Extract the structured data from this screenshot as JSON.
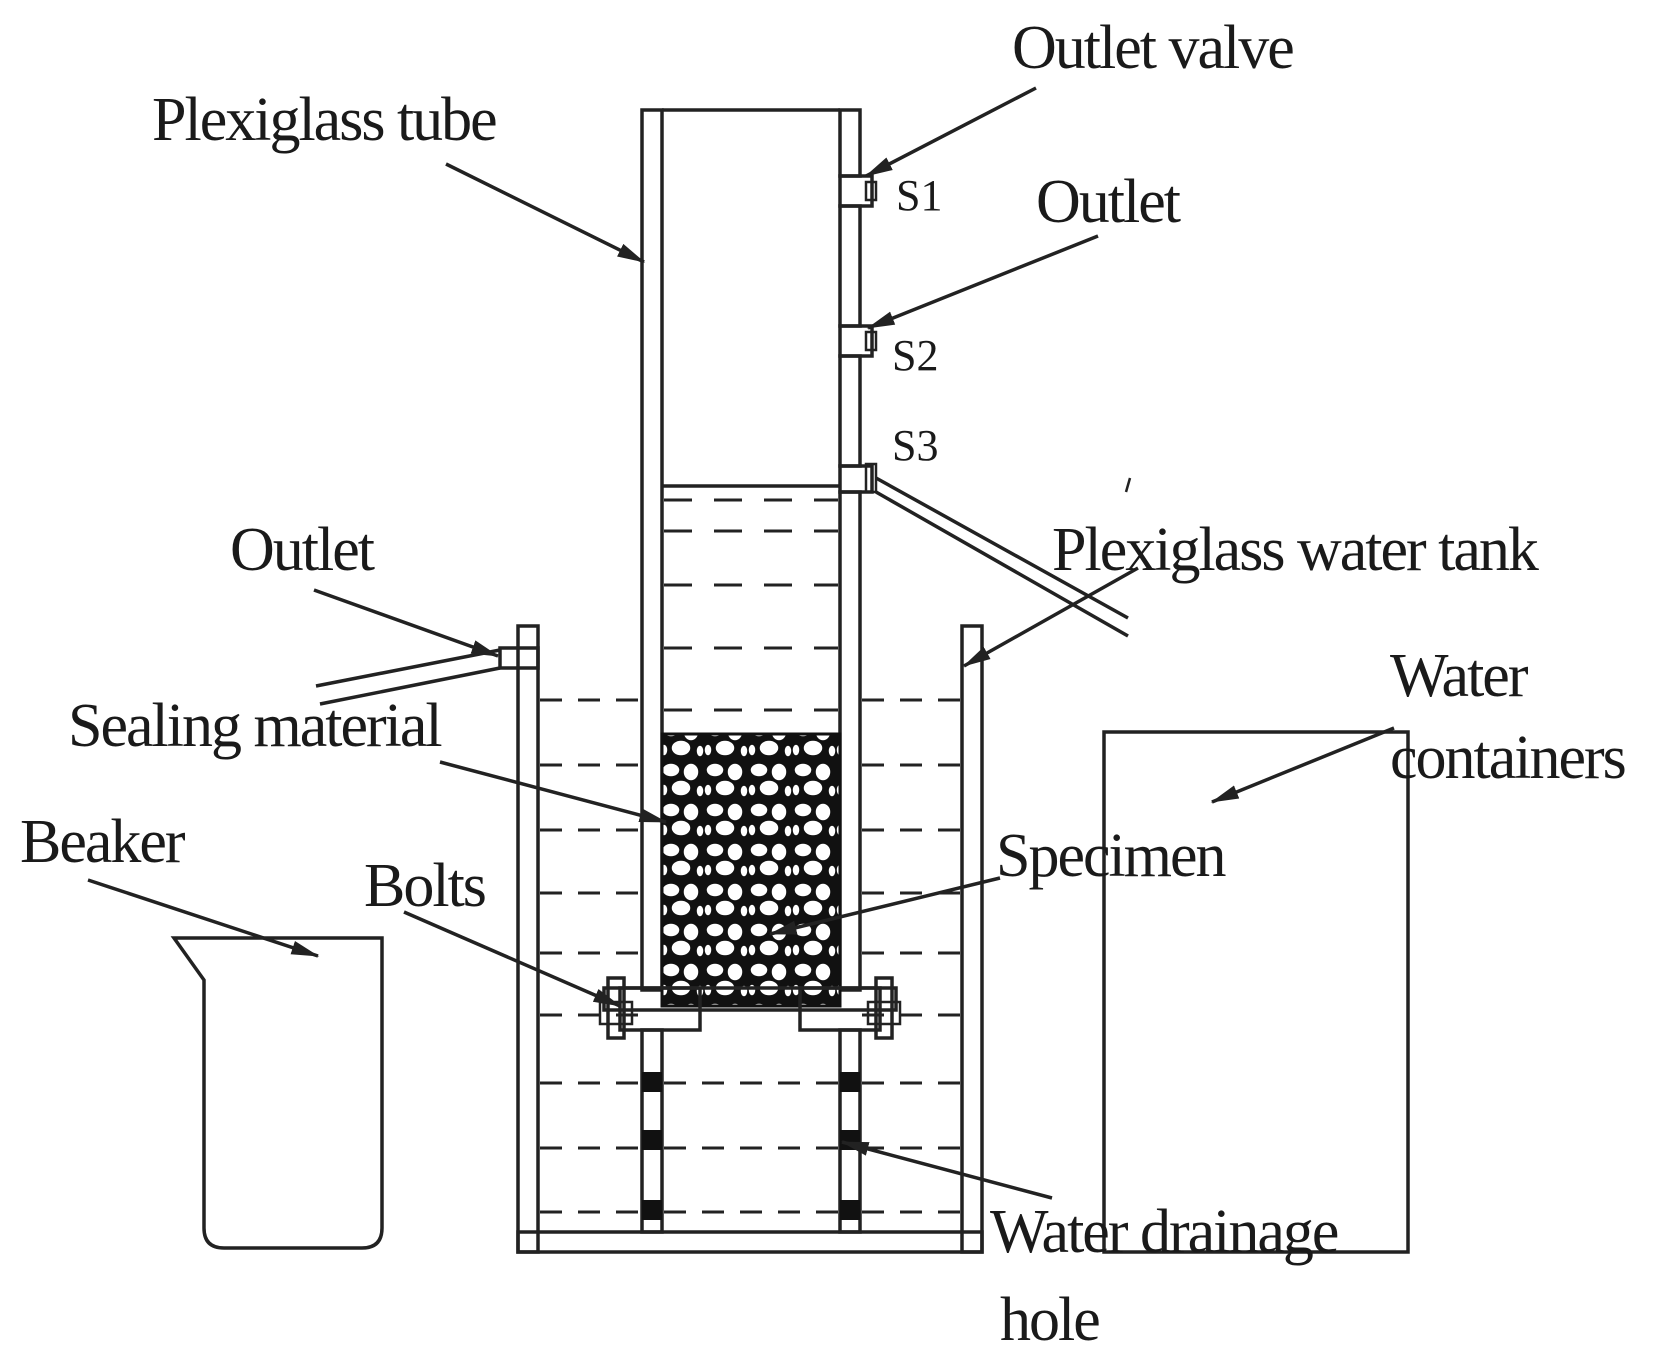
{
  "labels": {
    "plexiglass_tube": "Plexiglass tube",
    "outlet_valve": "Outlet valve",
    "s1": "S1",
    "outlet_top": "Outlet",
    "s2": "S2",
    "s3": "S3",
    "outlet_left": "Outlet",
    "water_tank": "Plexiglass water tank",
    "sealing_material": "Sealing material",
    "water_line1": "Water",
    "water_line2": "containers",
    "beaker": "Beaker",
    "bolts": "Bolts",
    "specimen": "Specimen",
    "drainage_line1": "Water drainage",
    "drainage_line2": "hole"
  }
}
